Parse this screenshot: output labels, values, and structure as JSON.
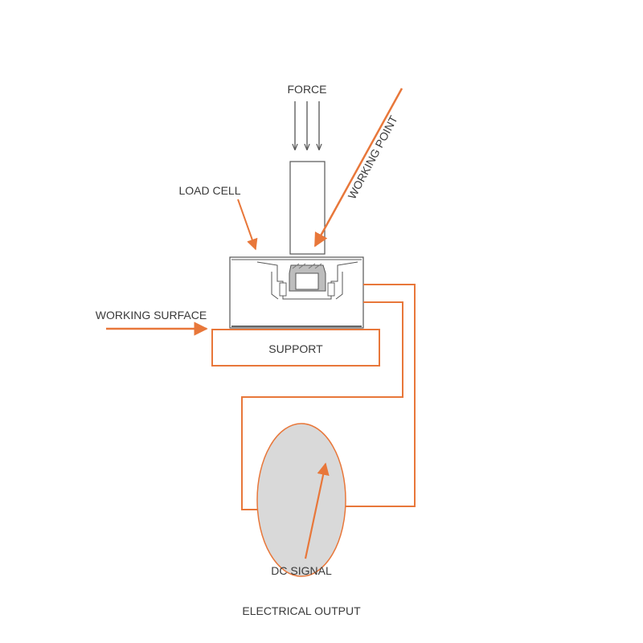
{
  "top_fragment": "",
  "labels": {
    "force": "FORCE",
    "working_point": "WORKING POINT",
    "load_cell": "LOAD CELL",
    "working_surface": "WORKING SURFACE",
    "support": "SUPPORT",
    "dc_signal": "DC SIGNAL",
    "electrical_output": "ELECTRICAL OUTPUT"
  },
  "colors": {
    "accent": "#e8773a",
    "line": "#555555",
    "gauge_fill": "#d9d9d9",
    "text": "#3a3a3a"
  }
}
